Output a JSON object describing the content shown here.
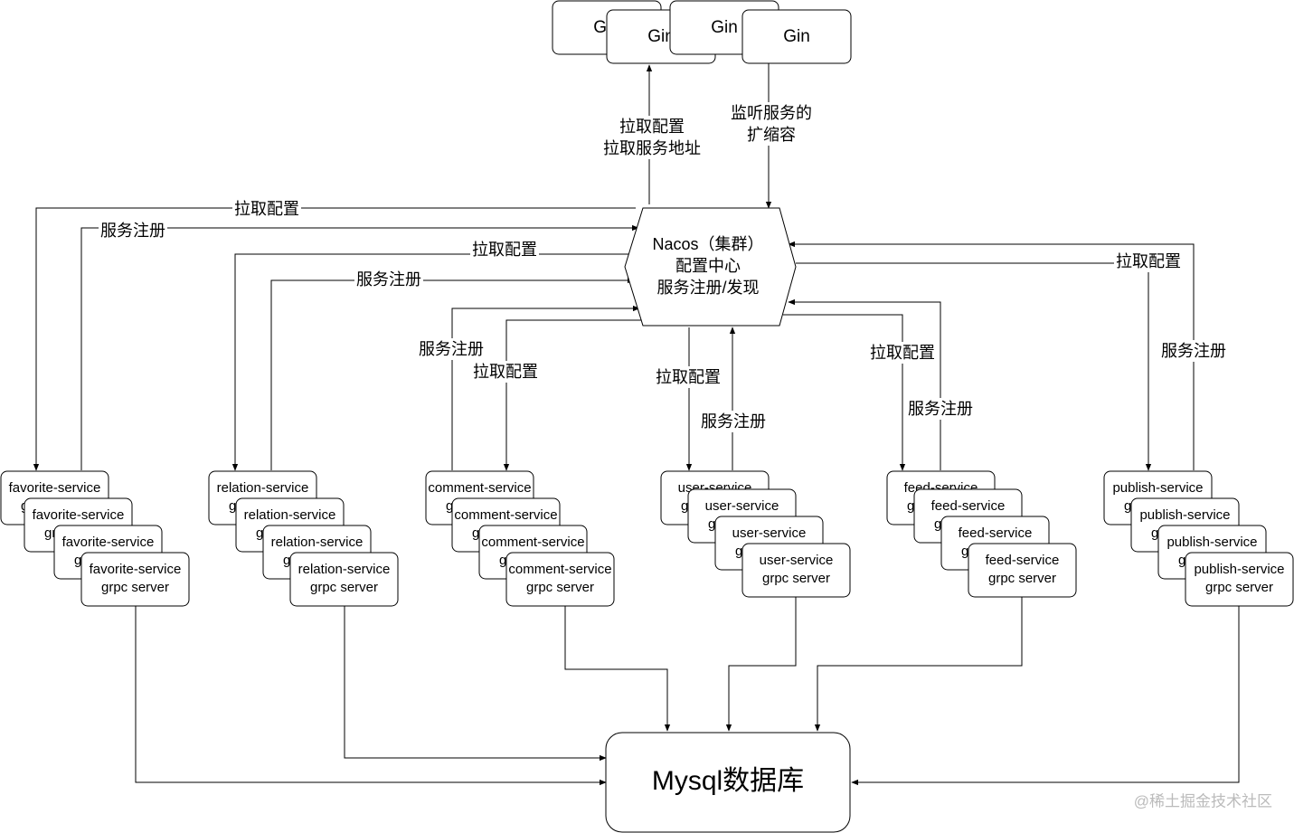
{
  "gateway": {
    "instances": [
      "Gin",
      "Gin",
      "Gin",
      "Gin"
    ]
  },
  "nacos": {
    "lines": [
      "Nacos（集群）",
      "配置中心",
      "服务注册/发现"
    ]
  },
  "database": {
    "label": "Mysql数据库"
  },
  "services": [
    {
      "id": "favorite",
      "name": "favorite-service",
      "sub": "grpc server"
    },
    {
      "id": "relation",
      "name": "relation-service",
      "sub": "grpc server"
    },
    {
      "id": "comment",
      "name": "comment-service",
      "sub": "grpc server"
    },
    {
      "id": "user",
      "name": "user-service",
      "sub": "grpc server"
    },
    {
      "id": "feed",
      "name": "feed-service",
      "sub": "grpc server"
    },
    {
      "id": "publish",
      "name": "publish-service",
      "sub": "grpc server"
    }
  ],
  "edge_labels": {
    "pull_config": "拉取配置",
    "register": "服务注册",
    "gin_pull": [
      "拉取配置",
      "拉取服务地址"
    ],
    "gin_watch": [
      "监听服务的",
      "扩缩容"
    ]
  },
  "watermark": "@稀土掘金技术社区"
}
